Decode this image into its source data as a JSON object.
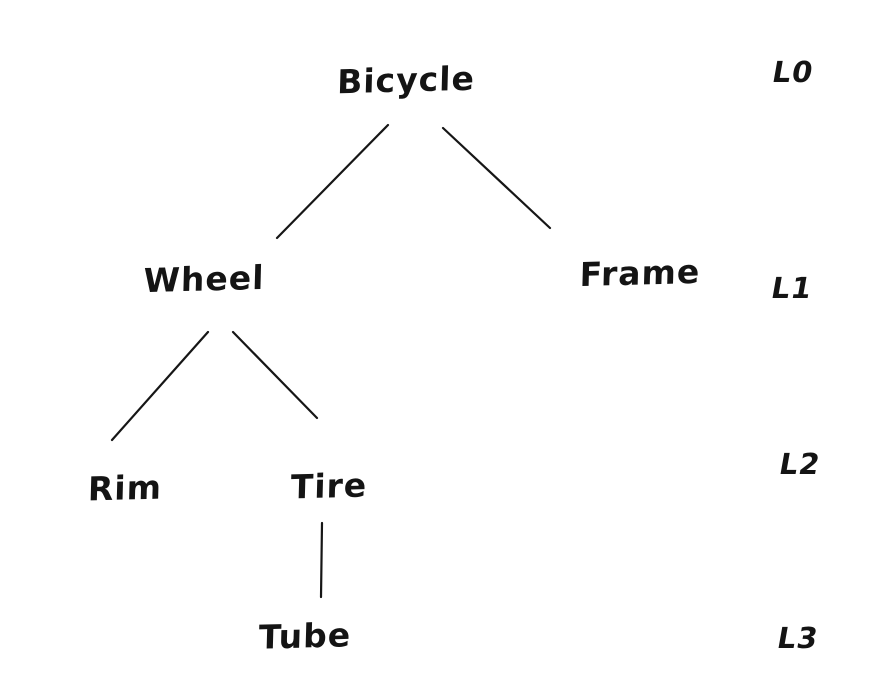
{
  "diagram": {
    "type": "tree",
    "ink_color": "#161616",
    "background_color": "#ffffff",
    "nodes": [
      {
        "id": "bicycle",
        "label": "Bicycle",
        "level": 0
      },
      {
        "id": "wheel",
        "label": "Wheel",
        "level": 1
      },
      {
        "id": "frame",
        "label": "Frame",
        "level": 1
      },
      {
        "id": "rim",
        "label": "Rim",
        "level": 2
      },
      {
        "id": "tire",
        "label": "Tire",
        "level": 2
      },
      {
        "id": "tube",
        "label": "Tube",
        "level": 3
      }
    ],
    "edges": [
      {
        "from": "bicycle",
        "to": "wheel"
      },
      {
        "from": "bicycle",
        "to": "frame"
      },
      {
        "from": "wheel",
        "to": "rim"
      },
      {
        "from": "wheel",
        "to": "tire"
      },
      {
        "from": "tire",
        "to": "tube"
      }
    ],
    "level_labels": [
      {
        "label": "L0"
      },
      {
        "label": "L1"
      },
      {
        "label": "L2"
      },
      {
        "label": "L3"
      }
    ]
  }
}
